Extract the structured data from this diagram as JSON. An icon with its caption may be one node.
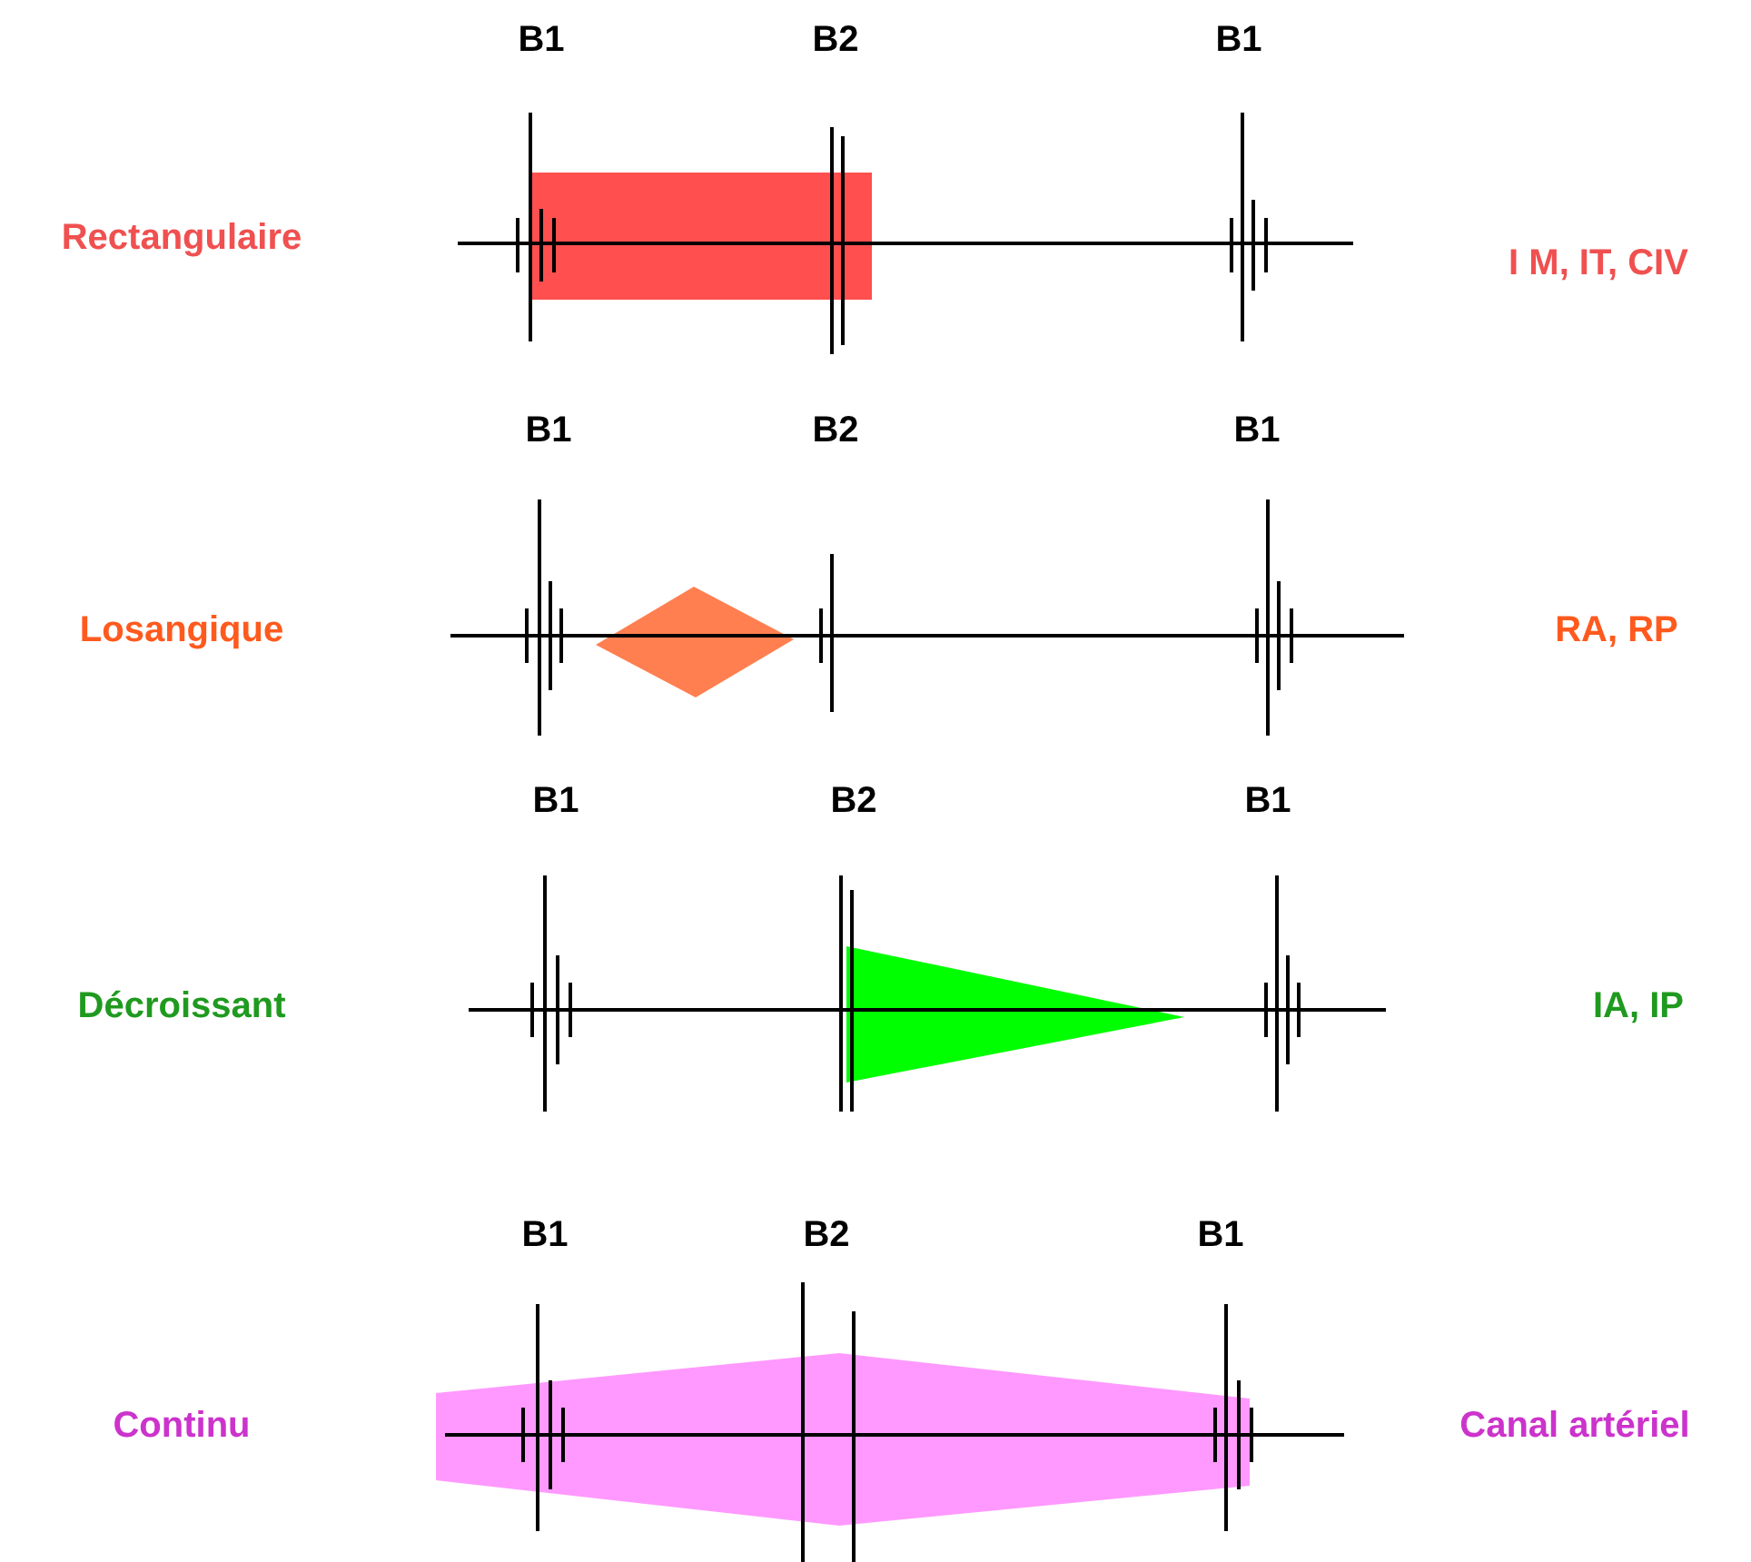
{
  "diagram": {
    "labels": [
      "B1",
      "B2",
      "B1",
      "Rectangulaire",
      "I M, IT, CIV",
      "B1",
      "B2",
      "B1",
      "Losangique",
      "RA, RP",
      "B1",
      "B2",
      "B1",
      "Décroissant",
      "IA, IP",
      "B1",
      "B2",
      "B1",
      "Continu",
      "Canal artériel"
    ]
  }
}
